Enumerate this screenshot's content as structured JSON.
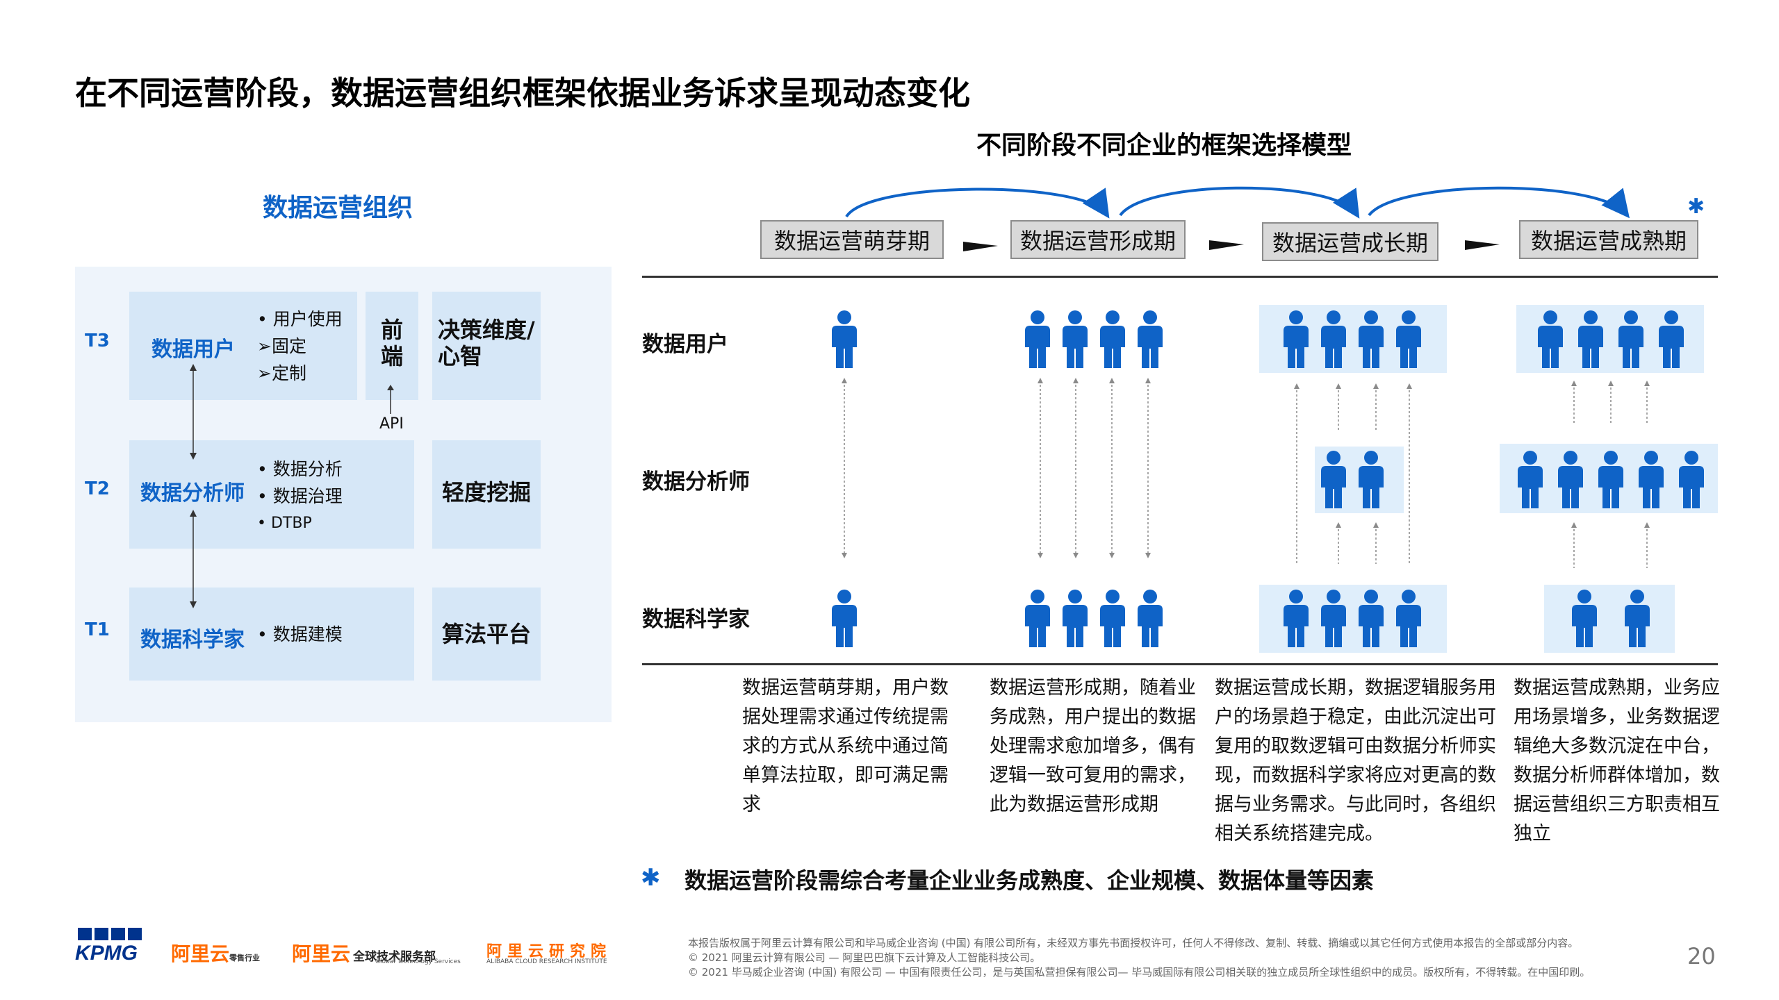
{
  "title": "在不同运营阶段，数据运营组织框架依据业务诉求呈现动态变化",
  "subtitle": "不同阶段不同企业的框架选择模型",
  "left": {
    "title": "数据运营组织",
    "tiers": [
      "T3",
      "T2",
      "T1"
    ],
    "roles": [
      "数据用户",
      "数据分析师",
      "数据科学家"
    ],
    "t3_bullets": [
      "• 用户使用",
      "➢固定",
      "➢定制"
    ],
    "t2_bullets": [
      "• 数据分析",
      "• 数据治理",
      "• DTBP"
    ],
    "t1_bullets": [
      "• 数据建模"
    ],
    "frontend": "前端",
    "frontend_line1": "前",
    "frontend_line2": "端",
    "api": "API",
    "decision_line1": "决策维度/",
    "decision_line2": "心智",
    "light_mining": "轻度挖掘",
    "algo_platform": "算法平台"
  },
  "stages": [
    "数据运营萌芽期",
    "数据运营形成期",
    "数据运营成长期",
    "数据运营成熟期"
  ],
  "row_labels": [
    "数据用户",
    "数据分析师",
    "数据科学家"
  ],
  "people_counts": {
    "users": [
      1,
      4,
      4,
      4
    ],
    "analysts": [
      0,
      0,
      2,
      5
    ],
    "scientists": [
      1,
      4,
      4,
      2
    ]
  },
  "descriptions": [
    [
      "数据运营萌芽期，用户数",
      "据处理需求通过传统提需",
      "求的方式从系统中通过简",
      "单算法拉取，即可满足需",
      "求"
    ],
    [
      "数据运营形成期，随着业",
      "务成熟，用户提出的数据",
      "处理需求愈加增多，偶有",
      "逻辑一致可复用的需求，",
      "此为数据运营形成期"
    ],
    [
      "数据运营成长期，数据逻辑服务用",
      "户的场景趋于稳定，由此沉淀出可",
      "复用的取数逻辑可由数据分析师实",
      "现，而数据科学家将应对更高的数",
      "据与业务需求。与此同时，各组织",
      "相关系统搭建完成。"
    ],
    [
      "数据运营成熟期，业务应",
      "用场景增多，业务数据逻",
      "辑绝大多数沉淀在中台，",
      "数据分析师群体增加，数",
      "据运营组织三方职责相互",
      "独立"
    ]
  ],
  "star": "✱",
  "note": "数据运营阶段需综合考量企业业务成熟度、企业规模、数据体量等因素",
  "footer": [
    "本报告版权属于阿里云计算有限公司和毕马威企业咨询 (中国) 有限公司所有，未经双方事先书面授权许可，任何人不得修改、复制、转载、摘编或以其它任何方式使用本报告的全部或部分内容。",
    "© 2021 阿里云计算有限公司 — 阿里巴巴旗下云计算及人工智能科技公司。",
    "© 2021 毕马威企业咨询 (中国) 有限公司 — 中国有限责任公司，是与英国私营担保有限公司— 毕马威国际有限公司相关联的独立成员所全球性组织中的成员。版权所有，不得转载。在中国印刷。"
  ],
  "page_number": "20",
  "logos": {
    "kpmg": "KPMG",
    "aliyun1": "阿里云",
    "aliyun1_tag": "零售行业",
    "aliyun2": "阿里云",
    "aliyun2_dept": "全球技术服务部",
    "aliyun2_dept_en": "Global Technology Services",
    "research": "阿里云研究院",
    "research_en": "ALIBABA CLOUD RESEARCH INSTITUTE"
  },
  "colors": {
    "accent": "#0f63c7",
    "panel": "#eef4fb",
    "box": "#d6e7f7",
    "stage": "#d9d9d9",
    "brand_orange": "#ff6a00",
    "kpmg_blue": "#00338d"
  }
}
